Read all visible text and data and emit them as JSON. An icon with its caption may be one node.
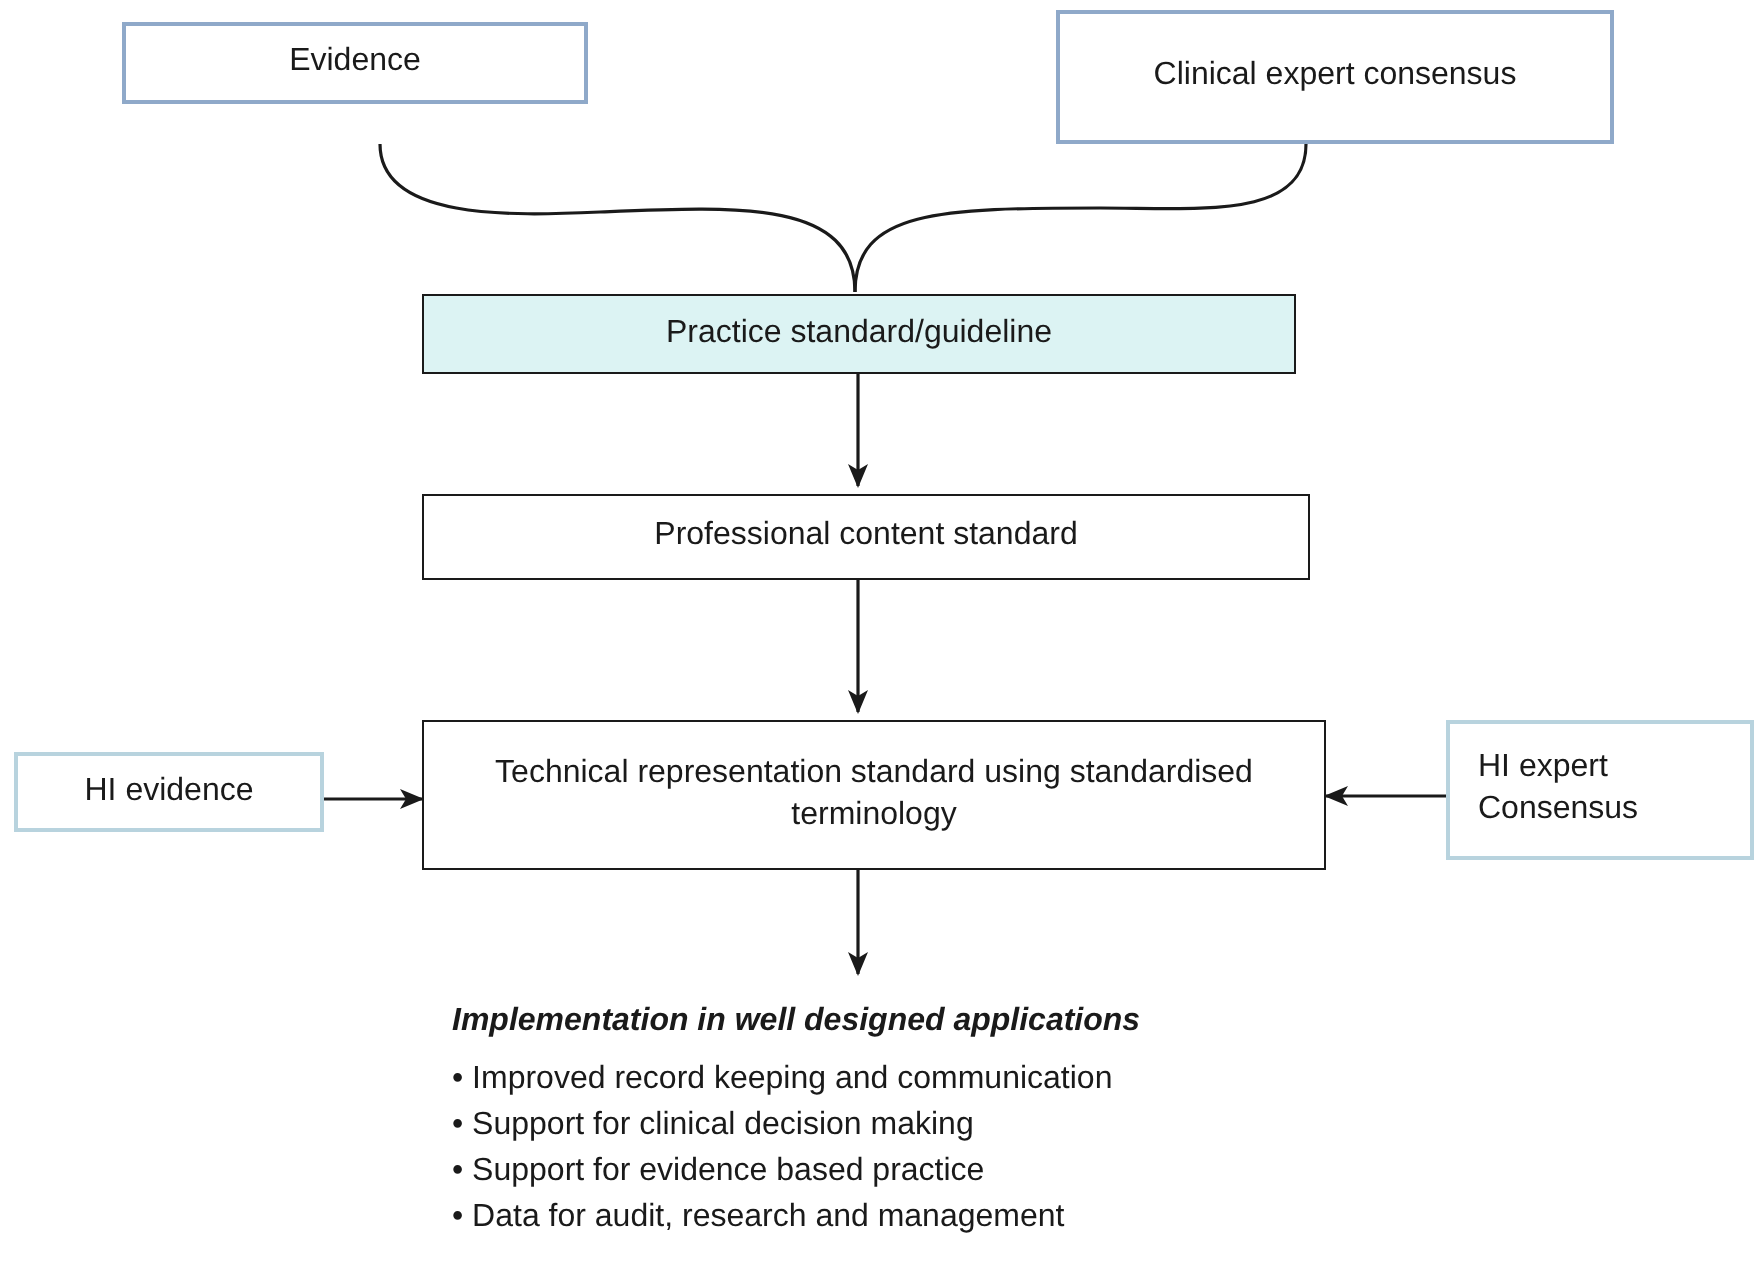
{
  "diagram": {
    "nodes": [
      {
        "text": [
          "Evidence"
        ]
      },
      {
        "text": [
          "Clinical expert consensus"
        ]
      },
      {
        "text": [
          "Practice standard/guideline"
        ]
      },
      {
        "text": [
          "Professional content standard"
        ]
      },
      {
        "text": [
          "Technical representation standard using standardised terminology"
        ]
      },
      {
        "text": [
          "HI evidence"
        ]
      },
      {
        "text": [
          "HI expert Consensus"
        ]
      },
      {
        "text": [
          "Implementation in well designed applications",
          "• Improved record keeping and communication",
          "• Support for clinical decision making",
          "• Support for evidence based practice",
          "• Data for audit, research and management"
        ]
      }
    ],
    "edges": [
      {
        "from": 0,
        "to": 2,
        "arrow": "none"
      },
      {
        "from": 1,
        "to": 2,
        "arrow": "none"
      },
      {
        "from": 2,
        "to": 3,
        "arrow": "to"
      },
      {
        "from": 3,
        "to": 4,
        "arrow": "to"
      },
      {
        "from": 5,
        "to": 4,
        "arrow": "to"
      },
      {
        "from": 6,
        "to": 4,
        "arrow": "to"
      },
      {
        "from": 4,
        "to": 7,
        "arrow": "to"
      }
    ]
  }
}
